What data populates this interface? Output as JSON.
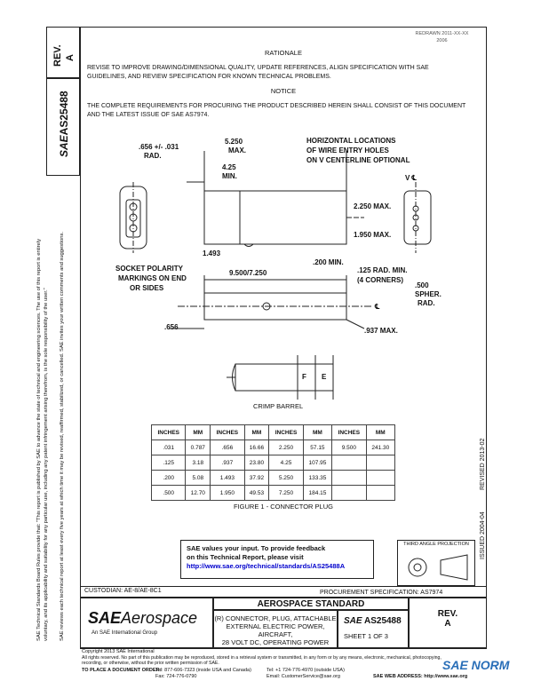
{
  "header": {
    "revision_label": "REV.",
    "revision": "A",
    "doc_number": "AS25488",
    "date_top_right": "REDRAWN 2011-XX-XX\n2006",
    "vertical_right": "REVISED 2013-02",
    "vertical_right2": "ISSUED 2004-04"
  },
  "left_margin": {
    "line1": "SAE Technical Standards Board Rules provide that: \"This report is published by SAE to advance the state of technical and engineering sciences. The use of this report is entirely",
    "line2": "voluntary, and its applicability and suitability for any particular use, including any patent infringement arising therefrom, is the sole responsibility of the user.\"",
    "line3": "SAE reviews each technical report at least every five years at which time it may be revised, reaffirmed, stabilized, or cancelled. SAE invites your written comments and suggestions."
  },
  "rationale": {
    "heading": "RATIONALE",
    "text": "REVISE TO IMPROVE DRAWING/DIMENSIONAL QUALITY, UPDATE REFERENCES, ALIGN SPECIFICATION WITH SAE GUIDELINES, AND REVIEW SPECIFICATION FOR KNOWN TECHNICAL PROBLEMS."
  },
  "notice": {
    "heading": "NOTICE",
    "text": "THE COMPLETE REQUIREMENTS FOR PROCURING THE PRODUCT DESCRIBED HEREIN SHALL CONSIST OF THIS DOCUMENT AND THE LATEST ISSUE OF SAE AS7974."
  },
  "drawing": {
    "d_656": ".656 +/- .031",
    "rad": "RAD.",
    "d_5250": "5.250",
    "max": "MAX.",
    "d_425": "4.25",
    "min": "MIN.",
    "horiz_note1": "HORIZONTAL LOCATIONS",
    "horiz_note2": "OF WIRE ENTRY HOLES",
    "horiz_note3": "ON V CENTERLINE OPTIONAL",
    "v_cl": "V ℄",
    "d_2250": "2.250 MAX.",
    "d_1950": "1.950 MAX.",
    "d_1493": "1.493",
    "d_200": ".200 MIN.",
    "socket1": "SOCKET POLARITY",
    "socket2": "MARKINGS ON END",
    "socket3": "OR SIDES",
    "d_9500": "9.500/7.250",
    "d_125": ".125 RAD. MIN.",
    "corners": "(4 CORNERS)",
    "d_500": ".500",
    "spher": "SPHER.",
    "rad2": "RAD.",
    "cl": "℄",
    "d_656b": ".656",
    "d_937": ".937 MAX.",
    "f": "F",
    "e": "E",
    "crimp": "CRIMP BARREL"
  },
  "table": {
    "headers": [
      "INCHES",
      "MM",
      "INCHES",
      "MM",
      "INCHES",
      "MM",
      "INCHES",
      "MM"
    ],
    "rows": [
      [
        ".031",
        "0.787",
        ".656",
        "16.66",
        "2.250",
        "57.15",
        "9.500",
        "241.30"
      ],
      [
        ".125",
        "3.18",
        ".937",
        "23.80",
        "4.25",
        "107.95",
        "",
        ""
      ],
      [
        ".200",
        "5.08",
        "1.493",
        "37.92",
        "5.250",
        "133.35",
        "",
        ""
      ],
      [
        ".500",
        "12.70",
        "1.950",
        "49.53",
        "7.250",
        "184.15",
        "",
        ""
      ]
    ]
  },
  "figure_caption": "FIGURE 1 - CONNECTOR PLUG",
  "feedback": {
    "line1": "SAE values your input. To provide feedback",
    "line2": "on this Technical Report, please visit",
    "url": "http://www.sae.org/technical/standards/AS25488A"
  },
  "projection_label": "THIRD ANGLE PROJECTION",
  "custodian": "CUSTODIAN:  AE-8/AE-8C1",
  "procurement": "PROCUREMENT SPECIFICATION: AS7974",
  "title_block": {
    "logo_sae": "SAE",
    "logo_aero": "Aerospace",
    "logo_sub": "An SAE International Group",
    "standard": "AEROSPACE STANDARD",
    "title1": "(R) CONNECTOR, PLUG, ATTACHABLE",
    "title2": "EXTERNAL ELECTRIC POWER, AIRCRAFT,",
    "title3": "28 VOLT DC, OPERATING POWER",
    "sae_small": "SAE",
    "doc": "AS25488",
    "sheet": "SHEET 1 OF 3",
    "rev_label": "REV.",
    "rev": "A"
  },
  "footer": {
    "copyright": "Copyright 2013 SAE International",
    "rights": "All rights reserved. No part of this publication may be reproduced, stored in a retrieval system or transmitted, in any form or by any means, electronic, mechanical, photocopying,",
    "rights2": "recording, or otherwise, without the prior written permission of SAE.",
    "order_label": "TO PLACE A DOCUMENT ORDER:",
    "tel": "Tel:  877-606-7323 (inside USA and Canada)",
    "tel2": "Tel:  +1 724-776-4970 (outside USA)",
    "fax": "Fax:  724-776-0790",
    "email": "Email: CustomerService@sae.org",
    "web": "SAE WEB ADDRESS:  http://www.sae.org",
    "watermark": "SAE NORM"
  }
}
